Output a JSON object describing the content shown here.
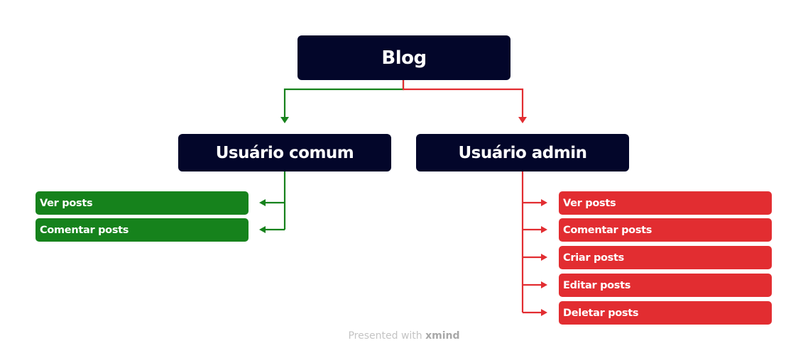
{
  "root": {
    "label": "Blog"
  },
  "branches": {
    "common": {
      "label": "Usuário comum",
      "color": "#16821c",
      "items": [
        "Ver posts",
        "Comentar posts"
      ]
    },
    "admin": {
      "label": "Usuário admin",
      "color": "#e22d31",
      "items": [
        "Ver posts",
        "Comentar posts",
        "Criar posts",
        "Editar posts",
        "Deletar posts"
      ]
    }
  },
  "colors": {
    "node_background": "#03062a",
    "node_text": "#ffffff"
  },
  "footer": {
    "prefix": "Presented with ",
    "brand": "xmind"
  }
}
